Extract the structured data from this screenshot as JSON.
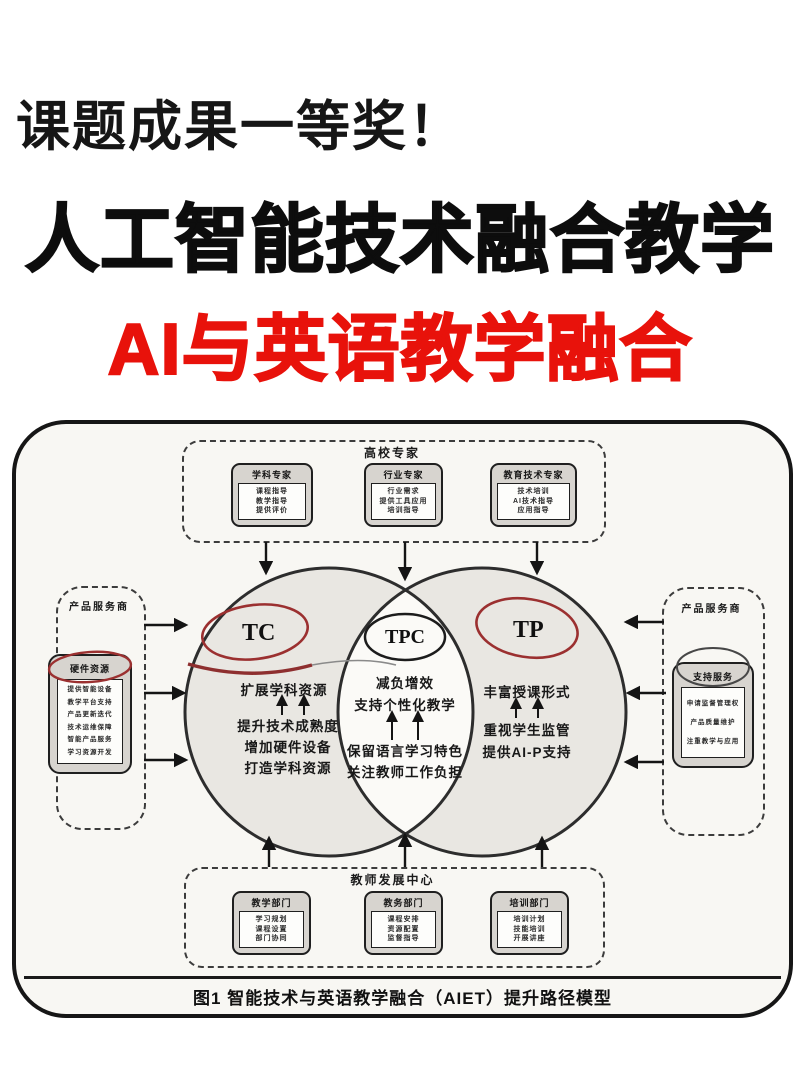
{
  "header": {
    "eyebrow": "课题成果一等奖！",
    "title": "人工智能技术融合教学",
    "subtitle": "AI与英语教学融合"
  },
  "colors": {
    "accent_red": "#e8120b",
    "annotation_red": "#9b3030"
  },
  "diagram": {
    "top_group": {
      "label": "高校专家",
      "boxes": [
        {
          "title": "学科专家",
          "lines": [
            "课程指导",
            "教学指导",
            "提供评价"
          ]
        },
        {
          "title": "行业专家",
          "lines": [
            "行业需求",
            "提供工具应用",
            "培训指导"
          ]
        },
        {
          "title": "教育技术专家",
          "lines": [
            "技术培训",
            "AI技术指导",
            "应用指导"
          ]
        }
      ]
    },
    "left_group": {
      "label": "产品服务商",
      "box": {
        "title": "硬件资源",
        "lines": [
          "提供智能设备",
          "教学平台支持",
          "产品更新迭代",
          "技术运维保障",
          "智能产品服务",
          "学习资源开发"
        ]
      }
    },
    "right_group": {
      "label": "产品服务商",
      "box": {
        "title": "支持服务",
        "lines": [
          "申请监督管理权",
          "产品质量维护",
          "注重教学与应用"
        ]
      }
    },
    "bottom_group": {
      "label": "教师发展中心",
      "boxes": [
        {
          "title": "教学部门",
          "lines": [
            "学习规划",
            "课程设置",
            "部门协同"
          ]
        },
        {
          "title": "教务部门",
          "lines": [
            "课程安排",
            "资源配置",
            "监督指导"
          ]
        },
        {
          "title": "培训部门",
          "lines": [
            "培训计划",
            "技能培训",
            "开展讲座"
          ]
        }
      ]
    },
    "venn": {
      "tc": {
        "label": "TC",
        "headline": "扩展学科资源",
        "factors": [
          "提升技术成熟度",
          "增加硬件设备",
          "打造学科资源"
        ]
      },
      "tpc": {
        "label": "TPC",
        "outcomes": [
          "减负增效",
          "支持个性化教学"
        ],
        "factors": [
          "保留语言学习特色",
          "关注教师工作负担"
        ]
      },
      "tp": {
        "label": "TP",
        "headline": "丰富授课形式",
        "factors": [
          "重视学生监管",
          "提供AI-P支持"
        ]
      }
    },
    "caption": "图1  智能技术与英语教学融合（AIET）提升路径模型"
  }
}
